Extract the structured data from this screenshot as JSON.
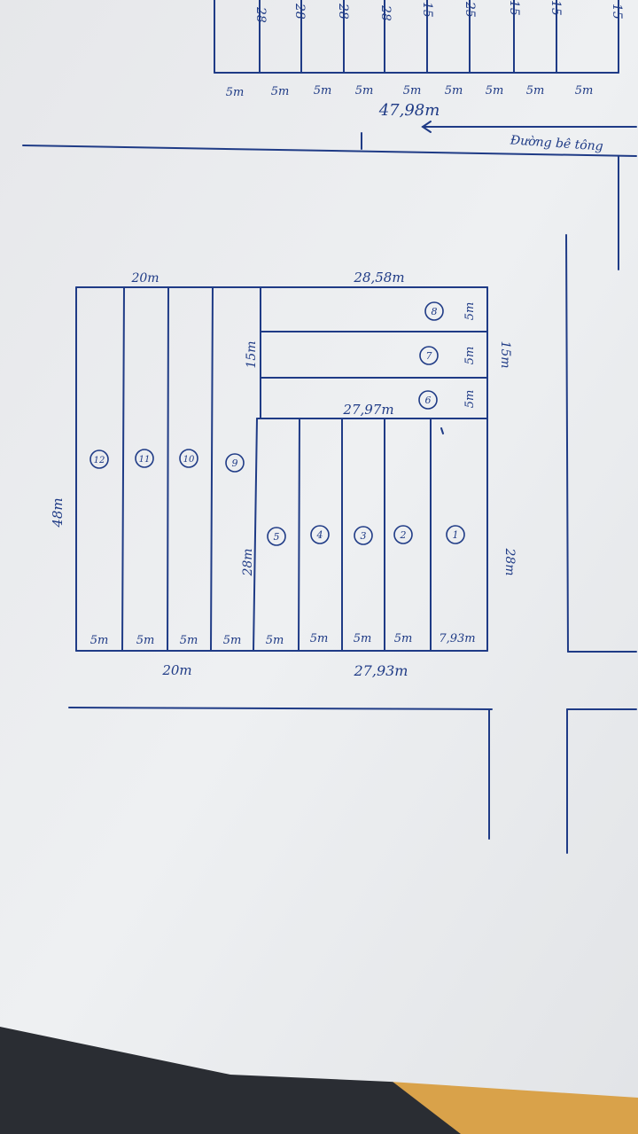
{
  "top_block": {
    "partial_labels": [
      "28",
      "28",
      "28",
      "28",
      "15",
      "25",
      "15",
      "15",
      "15"
    ],
    "widths": [
      "5m",
      "5m",
      "5m",
      "5m",
      "5m",
      "5m",
      "5m",
      "5m",
      "5m"
    ],
    "total": "47,98m"
  },
  "road_label": "Đường bê tông",
  "lots": {
    "top_left_width": "20m",
    "top_right_width": "28,58m",
    "left_depth": "48m",
    "mid_depth_upper": "15m",
    "right_depth_upper": "15m",
    "mid_depth_lower": "28m",
    "right_depth_lower": "28m",
    "middle_line": "27,97m",
    "horizontal_lots": [
      {
        "number": "8",
        "width": "5m"
      },
      {
        "number": "7",
        "width": "5m"
      },
      {
        "number": "6",
        "width": "5m"
      }
    ],
    "tall_lots": [
      {
        "number": "12"
      },
      {
        "number": "11"
      },
      {
        "number": "10"
      },
      {
        "number": "9"
      }
    ],
    "short_lots": [
      {
        "number": "5"
      },
      {
        "number": "4"
      },
      {
        "number": "3"
      },
      {
        "number": "2"
      },
      {
        "number": "1"
      }
    ],
    "bottom_widths": [
      "5m",
      "5m",
      "5m",
      "5m",
      "5m",
      "5m",
      "5m",
      "5m",
      "7,93m"
    ],
    "bottom_left_total": "20m",
    "bottom_right_total": "27,93m"
  }
}
